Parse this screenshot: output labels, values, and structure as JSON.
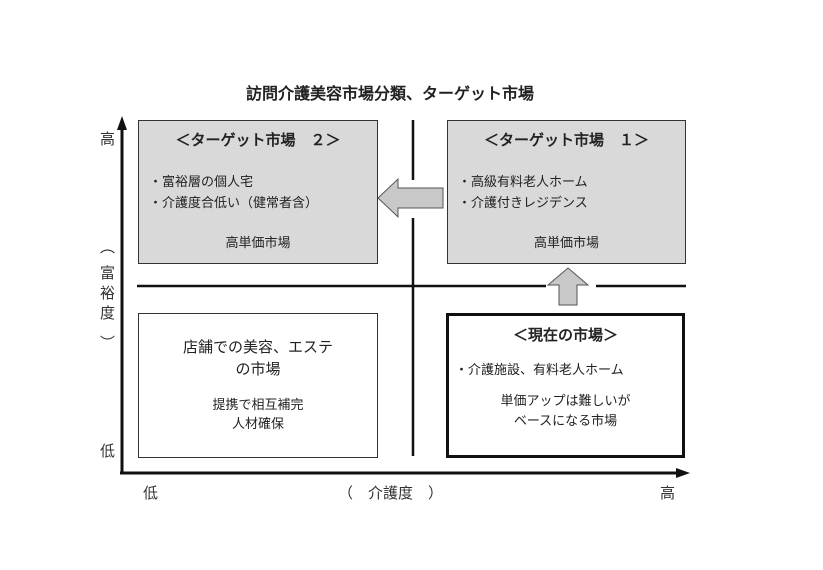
{
  "title": "訪問介護美容市場分類、ターゲット市場",
  "y_axis": {
    "high": "高",
    "label": [
      "︵",
      "富",
      "裕",
      "度",
      "︶"
    ],
    "low": "低"
  },
  "x_axis": {
    "low": "低",
    "label": "（　介護度　）",
    "high": "高"
  },
  "quadrants": {
    "top_left": {
      "heading": "＜ターゲット市場　２＞",
      "items": [
        "・富裕層の個人宅",
        "・介護度合低い（健常者含）"
      ],
      "footer": "高単価市場"
    },
    "top_right": {
      "heading": "＜ターゲット市場　１＞",
      "items": [
        "・高級有料老人ホーム",
        "・介護付きレジデンス"
      ],
      "footer": "高単価市場"
    },
    "bottom_left": {
      "lines": [
        "店舗での美容、エステ",
        "の市場"
      ],
      "footer": [
        "提携で相互補完",
        "人材確保"
      ]
    },
    "bottom_right": {
      "heading": "＜現在の市場＞",
      "items": [
        "・介護施設、有料老人ホーム"
      ],
      "footer": [
        "単価アップは難しいが",
        "ベースになる市場"
      ]
    }
  },
  "colors": {
    "box_fill": "#d9d9d9",
    "arrow_fill": "#c8c8c8"
  }
}
